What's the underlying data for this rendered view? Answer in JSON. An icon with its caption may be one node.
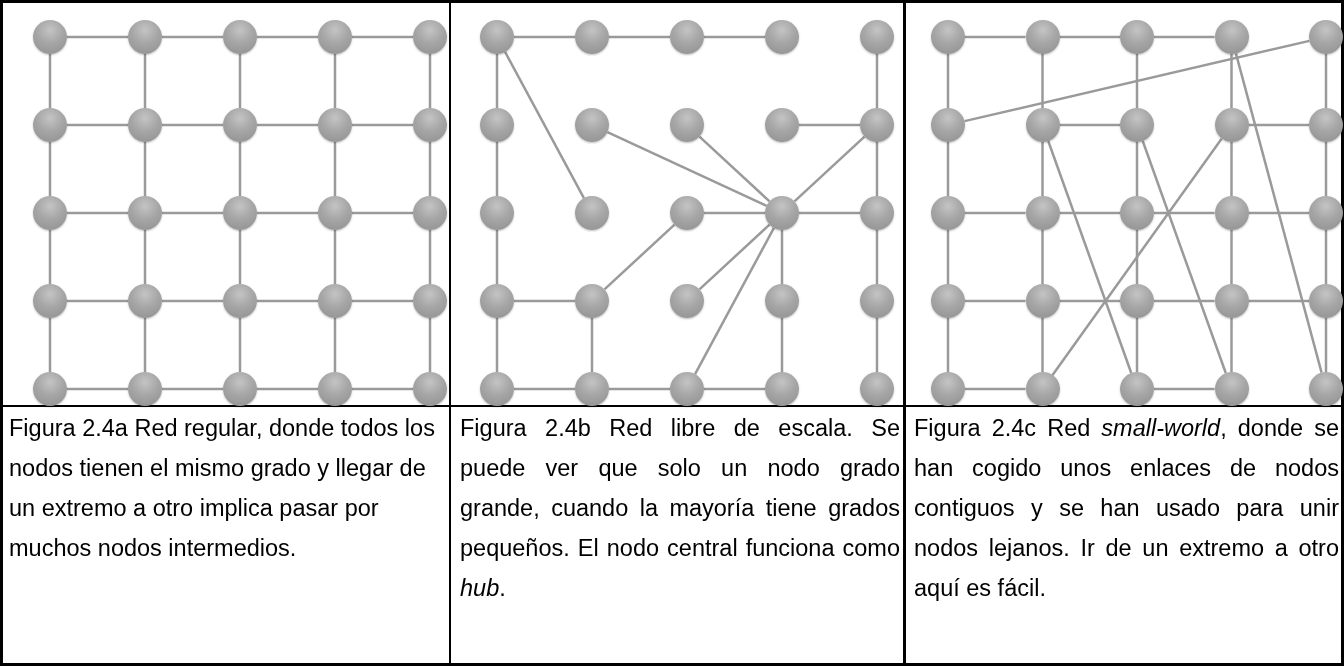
{
  "diagram": {
    "nodes": [
      {
        "text": [],
        "shape": "circle"
      },
      {
        "text": [],
        "shape": "circle"
      },
      {
        "text": [],
        "shape": "circle"
      },
      {
        "text": [],
        "shape": "circle"
      },
      {
        "text": [],
        "shape": "circle"
      },
      {
        "text": [],
        "shape": "circle"
      },
      {
        "text": [],
        "shape": "circle"
      },
      {
        "text": [],
        "shape": "circle"
      },
      {
        "text": [],
        "shape": "circle"
      },
      {
        "text": [],
        "shape": "circle"
      },
      {
        "text": [],
        "shape": "circle"
      },
      {
        "text": [],
        "shape": "circle"
      },
      {
        "text": [],
        "shape": "circle"
      },
      {
        "text": [],
        "shape": "circle"
      },
      {
        "text": [],
        "shape": "circle"
      },
      {
        "text": [],
        "shape": "circle"
      },
      {
        "text": [],
        "shape": "circle"
      },
      {
        "text": [],
        "shape": "circle"
      },
      {
        "text": [],
        "shape": "circle"
      },
      {
        "text": [],
        "shape": "circle"
      },
      {
        "text": [],
        "shape": "circle"
      },
      {
        "text": [],
        "shape": "circle"
      },
      {
        "text": [],
        "shape": "circle"
      },
      {
        "text": [],
        "shape": "circle"
      },
      {
        "text": [],
        "shape": "circle"
      },
      {
        "text": [],
        "shape": "circle"
      },
      {
        "text": [],
        "shape": "circle"
      },
      {
        "text": [],
        "shape": "circle"
      },
      {
        "text": [],
        "shape": "circle"
      },
      {
        "text": [],
        "shape": "circle"
      },
      {
        "text": [],
        "shape": "circle"
      },
      {
        "text": [],
        "shape": "circle"
      },
      {
        "text": [],
        "shape": "circle"
      },
      {
        "text": [],
        "shape": "circle"
      },
      {
        "text": [],
        "shape": "circle"
      },
      {
        "text": [],
        "shape": "circle"
      },
      {
        "text": [],
        "shape": "circle"
      },
      {
        "text": [],
        "shape": "circle"
      },
      {
        "text": [],
        "shape": "circle"
      },
      {
        "text": [],
        "shape": "circle"
      },
      {
        "text": [],
        "shape": "circle"
      },
      {
        "text": [],
        "shape": "circle"
      },
      {
        "text": [],
        "shape": "circle"
      },
      {
        "text": [],
        "shape": "circle"
      },
      {
        "text": [],
        "shape": "circle"
      },
      {
        "text": [],
        "shape": "circle"
      },
      {
        "text": [],
        "shape": "circle"
      },
      {
        "text": [],
        "shape": "circle"
      },
      {
        "text": [],
        "shape": "circle"
      },
      {
        "text": [],
        "shape": "circle"
      },
      {
        "text": [],
        "shape": "circle"
      },
      {
        "text": [],
        "shape": "circle"
      },
      {
        "text": [],
        "shape": "circle"
      },
      {
        "text": [],
        "shape": "circle"
      },
      {
        "text": [],
        "shape": "circle"
      },
      {
        "text": [],
        "shape": "circle"
      },
      {
        "text": [],
        "shape": "circle"
      },
      {
        "text": [],
        "shape": "circle"
      },
      {
        "text": [],
        "shape": "circle"
      },
      {
        "text": [],
        "shape": "circle"
      },
      {
        "text": [],
        "shape": "circle"
      },
      {
        "text": [],
        "shape": "circle"
      },
      {
        "text": [],
        "shape": "circle"
      },
      {
        "text": [],
        "shape": "circle"
      },
      {
        "text": [],
        "shape": "circle"
      },
      {
        "text": [],
        "shape": "circle"
      },
      {
        "text": [],
        "shape": "circle"
      },
      {
        "text": [],
        "shape": "circle"
      },
      {
        "text": [],
        "shape": "circle"
      },
      {
        "text": [],
        "shape": "circle"
      },
      {
        "text": [],
        "shape": "circle"
      },
      {
        "text": [],
        "shape": "circle"
      },
      {
        "text": [],
        "shape": "circle"
      },
      {
        "text": [],
        "shape": "circle"
      },
      {
        "text": [],
        "shape": "circle"
      }
    ],
    "edges": [
      {
        "from": 0,
        "to": 1,
        "arrow": "none"
      },
      {
        "from": 1,
        "to": 2,
        "arrow": "none"
      },
      {
        "from": 2,
        "to": 3,
        "arrow": "none"
      },
      {
        "from": 3,
        "to": 4,
        "arrow": "none"
      },
      {
        "from": 5,
        "to": 6,
        "arrow": "none"
      },
      {
        "from": 6,
        "to": 7,
        "arrow": "none"
      },
      {
        "from": 7,
        "to": 8,
        "arrow": "none"
      },
      {
        "from": 8,
        "to": 9,
        "arrow": "none"
      },
      {
        "from": 10,
        "to": 11,
        "arrow": "none"
      },
      {
        "from": 11,
        "to": 12,
        "arrow": "none"
      },
      {
        "from": 12,
        "to": 13,
        "arrow": "none"
      },
      {
        "from": 13,
        "to": 14,
        "arrow": "none"
      },
      {
        "from": 15,
        "to": 16,
        "arrow": "none"
      },
      {
        "from": 16,
        "to": 17,
        "arrow": "none"
      },
      {
        "from": 17,
        "to": 18,
        "arrow": "none"
      },
      {
        "from": 18,
        "to": 19,
        "arrow": "none"
      },
      {
        "from": 20,
        "to": 21,
        "arrow": "none"
      },
      {
        "from": 21,
        "to": 22,
        "arrow": "none"
      },
      {
        "from": 22,
        "to": 23,
        "arrow": "none"
      },
      {
        "from": 23,
        "to": 24,
        "arrow": "none"
      },
      {
        "from": 0,
        "to": 5,
        "arrow": "none"
      },
      {
        "from": 5,
        "to": 10,
        "arrow": "none"
      },
      {
        "from": 10,
        "to": 15,
        "arrow": "none"
      },
      {
        "from": 15,
        "to": 20,
        "arrow": "none"
      },
      {
        "from": 1,
        "to": 6,
        "arrow": "none"
      },
      {
        "from": 6,
        "to": 11,
        "arrow": "none"
      },
      {
        "from": 11,
        "to": 16,
        "arrow": "none"
      },
      {
        "from": 16,
        "to": 21,
        "arrow": "none"
      },
      {
        "from": 2,
        "to": 7,
        "arrow": "none"
      },
      {
        "from": 7,
        "to": 12,
        "arrow": "none"
      },
      {
        "from": 12,
        "to": 17,
        "arrow": "none"
      },
      {
        "from": 17,
        "to": 22,
        "arrow": "none"
      },
      {
        "from": 3,
        "to": 8,
        "arrow": "none"
      },
      {
        "from": 8,
        "to": 13,
        "arrow": "none"
      },
      {
        "from": 13,
        "to": 18,
        "arrow": "none"
      },
      {
        "from": 18,
        "to": 23,
        "arrow": "none"
      },
      {
        "from": 4,
        "to": 9,
        "arrow": "none"
      },
      {
        "from": 9,
        "to": 14,
        "arrow": "none"
      },
      {
        "from": 14,
        "to": 19,
        "arrow": "none"
      },
      {
        "from": 19,
        "to": 24,
        "arrow": "none"
      },
      {
        "from": 25,
        "to": 26,
        "arrow": "none"
      },
      {
        "from": 26,
        "to": 27,
        "arrow": "none"
      },
      {
        "from": 27,
        "to": 28,
        "arrow": "none"
      },
      {
        "from": 29,
        "to": 34,
        "arrow": "none"
      },
      {
        "from": 25,
        "to": 30,
        "arrow": "none"
      },
      {
        "from": 30,
        "to": 35,
        "arrow": "none"
      },
      {
        "from": 35,
        "to": 40,
        "arrow": "none"
      },
      {
        "from": 40,
        "to": 45,
        "arrow": "none"
      },
      {
        "from": 25,
        "to": 36,
        "arrow": "none"
      },
      {
        "from": 31,
        "to": 38,
        "arrow": "none"
      },
      {
        "from": 32,
        "to": 38,
        "arrow": "none"
      },
      {
        "from": 33,
        "to": 34,
        "arrow": "none"
      },
      {
        "from": 34,
        "to": 38,
        "arrow": "none"
      },
      {
        "from": 34,
        "to": 39,
        "arrow": "none"
      },
      {
        "from": 37,
        "to": 38,
        "arrow": "none"
      },
      {
        "from": 38,
        "to": 39,
        "arrow": "none"
      },
      {
        "from": 39,
        "to": 44,
        "arrow": "none"
      },
      {
        "from": 44,
        "to": 49,
        "arrow": "none"
      },
      {
        "from": 41,
        "to": 37,
        "arrow": "none"
      },
      {
        "from": 42,
        "to": 38,
        "arrow": "none"
      },
      {
        "from": 38,
        "to": 43,
        "arrow": "none"
      },
      {
        "from": 38,
        "to": 47,
        "arrow": "none"
      },
      {
        "from": 43,
        "to": 48,
        "arrow": "none"
      },
      {
        "from": 40,
        "to": 41,
        "arrow": "none"
      },
      {
        "from": 41,
        "to": 46,
        "arrow": "none"
      },
      {
        "from": 45,
        "to": 46,
        "arrow": "none"
      },
      {
        "from": 46,
        "to": 47,
        "arrow": "none"
      },
      {
        "from": 47,
        "to": 48,
        "arrow": "none"
      },
      {
        "from": 50,
        "to": 51,
        "arrow": "none"
      },
      {
        "from": 51,
        "to": 52,
        "arrow": "none"
      },
      {
        "from": 52,
        "to": 53,
        "arrow": "none"
      },
      {
        "from": 50,
        "to": 55,
        "arrow": "none"
      },
      {
        "from": 55,
        "to": 60,
        "arrow": "none"
      },
      {
        "from": 60,
        "to": 65,
        "arrow": "none"
      },
      {
        "from": 65,
        "to": 70,
        "arrow": "none"
      },
      {
        "from": 51,
        "to": 56,
        "arrow": "none"
      },
      {
        "from": 56,
        "to": 61,
        "arrow": "none"
      },
      {
        "from": 61,
        "to": 66,
        "arrow": "none"
      },
      {
        "from": 66,
        "to": 71,
        "arrow": "none"
      },
      {
        "from": 52,
        "to": 57,
        "arrow": "none"
      },
      {
        "from": 57,
        "to": 62,
        "arrow": "none"
      },
      {
        "from": 62,
        "to": 67,
        "arrow": "none"
      },
      {
        "from": 67,
        "to": 72,
        "arrow": "none"
      },
      {
        "from": 53,
        "to": 58,
        "arrow": "none"
      },
      {
        "from": 58,
        "to": 63,
        "arrow": "none"
      },
      {
        "from": 63,
        "to": 68,
        "arrow": "none"
      },
      {
        "from": 68,
        "to": 73,
        "arrow": "none"
      },
      {
        "from": 54,
        "to": 59,
        "arrow": "none"
      },
      {
        "from": 59,
        "to": 64,
        "arrow": "none"
      },
      {
        "from": 64,
        "to": 69,
        "arrow": "none"
      },
      {
        "from": 69,
        "to": 74,
        "arrow": "none"
      },
      {
        "from": 56,
        "to": 57,
        "arrow": "none"
      },
      {
        "from": 58,
        "to": 59,
        "arrow": "none"
      },
      {
        "from": 60,
        "to": 61,
        "arrow": "none"
      },
      {
        "from": 61,
        "to": 62,
        "arrow": "none"
      },
      {
        "from": 62,
        "to": 63,
        "arrow": "none"
      },
      {
        "from": 63,
        "to": 64,
        "arrow": "none"
      },
      {
        "from": 65,
        "to": 66,
        "arrow": "none"
      },
      {
        "from": 66,
        "to": 67,
        "arrow": "none"
      },
      {
        "from": 67,
        "to": 68,
        "arrow": "none"
      },
      {
        "from": 68,
        "to": 69,
        "arrow": "none"
      },
      {
        "from": 70,
        "to": 71,
        "arrow": "none"
      },
      {
        "from": 72,
        "to": 73,
        "arrow": "none"
      },
      {
        "from": 54,
        "to": 55,
        "arrow": "none"
      },
      {
        "from": 53,
        "to": 74,
        "arrow": "none"
      },
      {
        "from": 56,
        "to": 72,
        "arrow": "none"
      },
      {
        "from": 57,
        "to": 73,
        "arrow": "none"
      },
      {
        "from": 58,
        "to": 71,
        "arrow": "none"
      }
    ],
    "labels": [
      "Figura 2.4a Red regular, donde todos los nodos tienen el mismo grado y llegar de un extremo a otro implica pasar por muchos nodos intermedios.",
      "Figura 2.4b Red libre de escala. Se puede ver que solo un nodo grado grande, cuando la mayoría tiene grados pequeños. El nodo central funciona como *hub*.",
      "Figura 2.4c Red *small-world*, donde se han cogido unos enlaces de nodos contiguos y se han usado para unir nodos lejanos. Ir de un extremo a otro aquí es fácil."
    ]
  }
}
